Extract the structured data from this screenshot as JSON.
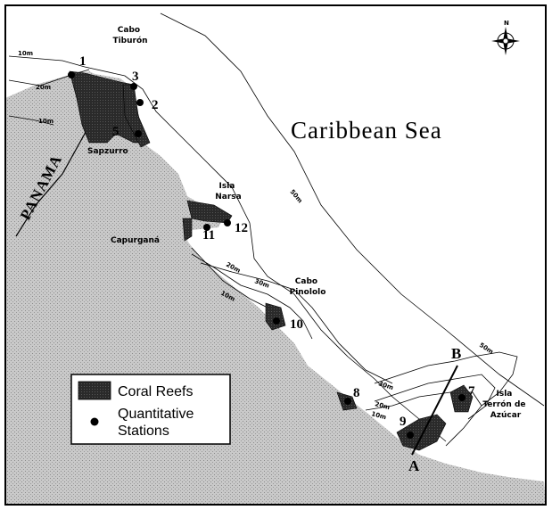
{
  "sea_label": "Caribbean Sea",
  "country_label": "PANAMA",
  "places": {
    "cabo_tiburon": [
      "Cabo",
      "Tiburón"
    ],
    "sapzurro": "Sapzurro",
    "isla_narsa": [
      "Isla",
      "Narsa"
    ],
    "capurgana": "Capurganá",
    "cabo_pinololo": [
      "Cabo",
      "Pinololo"
    ],
    "isla_terron": [
      "Isla",
      "Terrón de",
      "Azúcar"
    ]
  },
  "depth_labels": {
    "d10_a": "10m",
    "d20_a": "20m",
    "d10_b": "10m",
    "d50_a": "50m",
    "d20_b": "20m",
    "d30_a": "30m",
    "d10_c": "10m",
    "d50_b": "50m",
    "d30_b": "30m",
    "d20_c": "20m",
    "d10_d": "10m"
  },
  "stations": {
    "s1": "1",
    "s2": "2",
    "s3": "3",
    "s5": "5",
    "s7": "7",
    "s8": "8",
    "s9": "9",
    "s10": "10",
    "s11": "11",
    "s12": "12"
  },
  "transect": {
    "start": "A",
    "end": "B"
  },
  "compass": {
    "north": "N"
  },
  "legend": {
    "coral_reefs": "Coral Reefs",
    "stations": [
      "Quantitative",
      "Stations"
    ]
  },
  "colors": {
    "land": "#c9c9c9",
    "reef": "#2a2a2a",
    "sea": "#ffffff",
    "line": "#000000"
  }
}
